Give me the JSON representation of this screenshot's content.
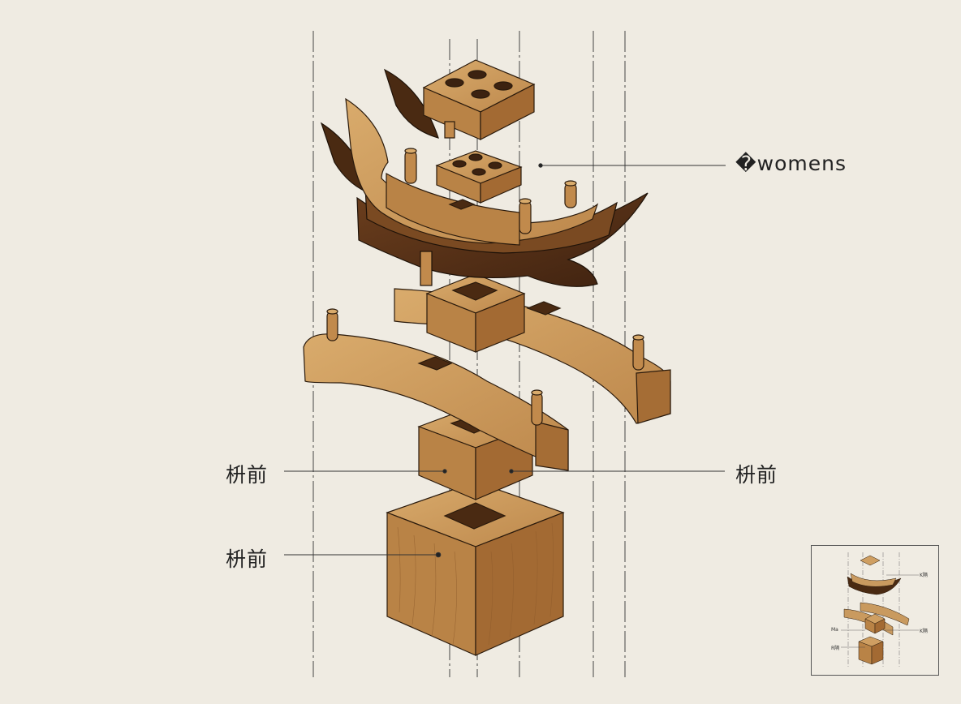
{
  "diagram": {
    "callouts": [
      {
        "id": "top-right",
        "label": "�womens"
      },
      {
        "id": "middle-left",
        "label": "枡前"
      },
      {
        "id": "middle-right",
        "label": "枡前"
      },
      {
        "id": "bottom-left",
        "label": "枡前"
      }
    ],
    "inset": {
      "labels": [
        "K隔",
        "Ma",
        "K隔",
        "R隔"
      ]
    },
    "colors": {
      "background": "#efebe2",
      "wood_light": "#c99a5f",
      "wood_mid": "#b07a40",
      "wood_dark": "#5a3318",
      "line": "#333333"
    }
  }
}
